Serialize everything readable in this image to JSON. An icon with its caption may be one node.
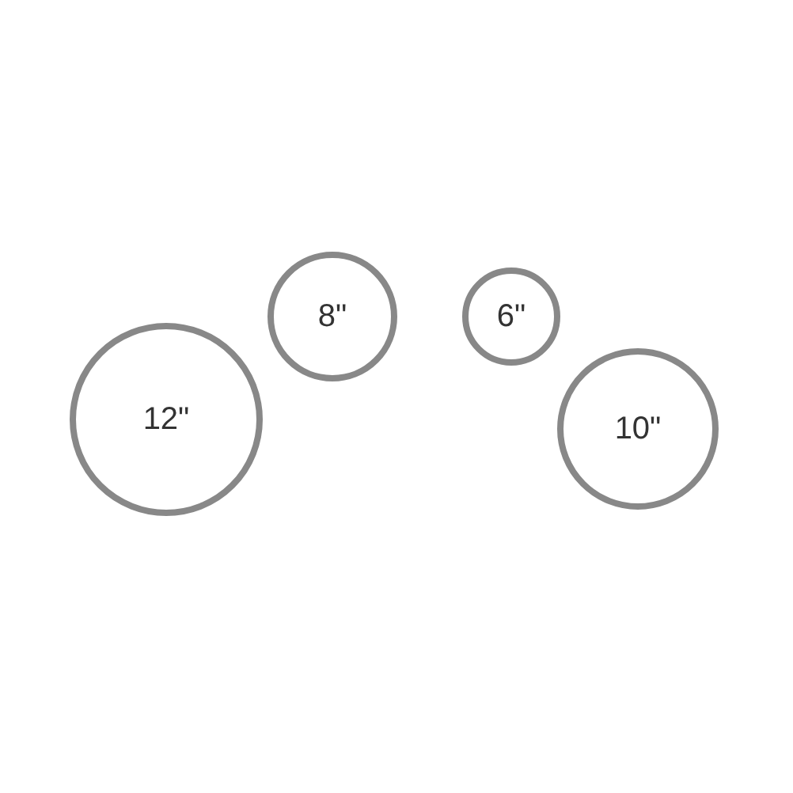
{
  "diagram": {
    "nodes": [
      {
        "text": [
          "12\""
        ]
      },
      {
        "text": [
          "8\""
        ]
      },
      {
        "text": [
          "6\""
        ]
      },
      {
        "text": [
          "10\""
        ]
      }
    ]
  }
}
